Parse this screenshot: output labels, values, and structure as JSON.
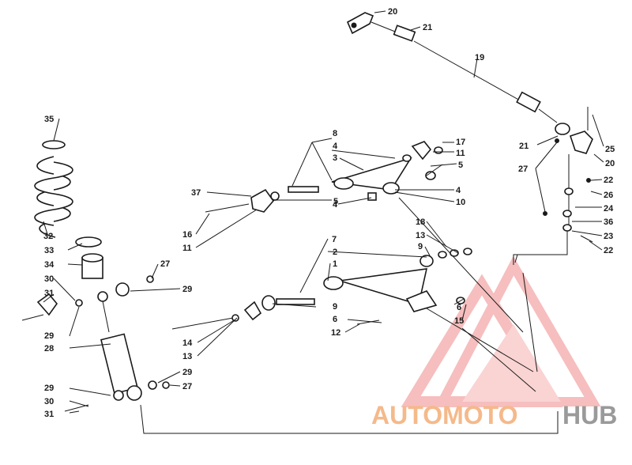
{
  "diagram": {
    "part_labels": [
      {
        "id": "l20a",
        "text": "20"
      },
      {
        "id": "l21a",
        "text": "21"
      },
      {
        "id": "l19",
        "text": "19"
      },
      {
        "id": "l25",
        "text": "25"
      },
      {
        "id": "l21b",
        "text": "21"
      },
      {
        "id": "l20b",
        "text": "20"
      },
      {
        "id": "l27a",
        "text": "27"
      },
      {
        "id": "l22a",
        "text": "22"
      },
      {
        "id": "l26",
        "text": "26"
      },
      {
        "id": "l24",
        "text": "24"
      },
      {
        "id": "l36",
        "text": "36"
      },
      {
        "id": "l23",
        "text": "23"
      },
      {
        "id": "l22b",
        "text": "22"
      },
      {
        "id": "l8",
        "text": "8"
      },
      {
        "id": "l4a",
        "text": "4"
      },
      {
        "id": "l3",
        "text": "3"
      },
      {
        "id": "l17",
        "text": "17"
      },
      {
        "id": "l11a",
        "text": "11"
      },
      {
        "id": "l5a",
        "text": "5"
      },
      {
        "id": "l4b",
        "text": "4"
      },
      {
        "id": "l10",
        "text": "10"
      },
      {
        "id": "l37",
        "text": "37"
      },
      {
        "id": "l5b",
        "text": "5"
      },
      {
        "id": "l16",
        "text": "16"
      },
      {
        "id": "l11b",
        "text": "11"
      },
      {
        "id": "l4c",
        "text": "4"
      },
      {
        "id": "l18",
        "text": "18"
      },
      {
        "id": "l13a",
        "text": "13"
      },
      {
        "id": "l9a",
        "text": "9"
      },
      {
        "id": "l7",
        "text": "7"
      },
      {
        "id": "l2",
        "text": "2"
      },
      {
        "id": "l1",
        "text": "1"
      },
      {
        "id": "l35",
        "text": "35"
      },
      {
        "id": "l32",
        "text": "32"
      },
      {
        "id": "l33",
        "text": "33"
      },
      {
        "id": "l34",
        "text": "34"
      },
      {
        "id": "l27b",
        "text": "27"
      },
      {
        "id": "l30a",
        "text": "30"
      },
      {
        "id": "l31a",
        "text": "31"
      },
      {
        "id": "l29a",
        "text": "29"
      },
      {
        "id": "l29b",
        "text": "29"
      },
      {
        "id": "l28",
        "text": "28"
      },
      {
        "id": "l9b",
        "text": "9"
      },
      {
        "id": "l6a",
        "text": "6"
      },
      {
        "id": "l15",
        "text": "15"
      },
      {
        "id": "l6b",
        "text": "6"
      },
      {
        "id": "l12",
        "text": "12"
      },
      {
        "id": "l14",
        "text": "14"
      },
      {
        "id": "l13b",
        "text": "13"
      },
      {
        "id": "l29c",
        "text": "29"
      },
      {
        "id": "l29d",
        "text": "29"
      },
      {
        "id": "l27c",
        "text": "27"
      },
      {
        "id": "l30b",
        "text": "30"
      },
      {
        "id": "l31b",
        "text": "31"
      }
    ]
  },
  "watermark": {
    "brand_orange": "AUTOMOTO",
    "brand_gray": "HUB",
    "colors": {
      "orange": "#f5b98a",
      "gray": "#9a9a9a",
      "logo": "#f08a8a"
    }
  }
}
